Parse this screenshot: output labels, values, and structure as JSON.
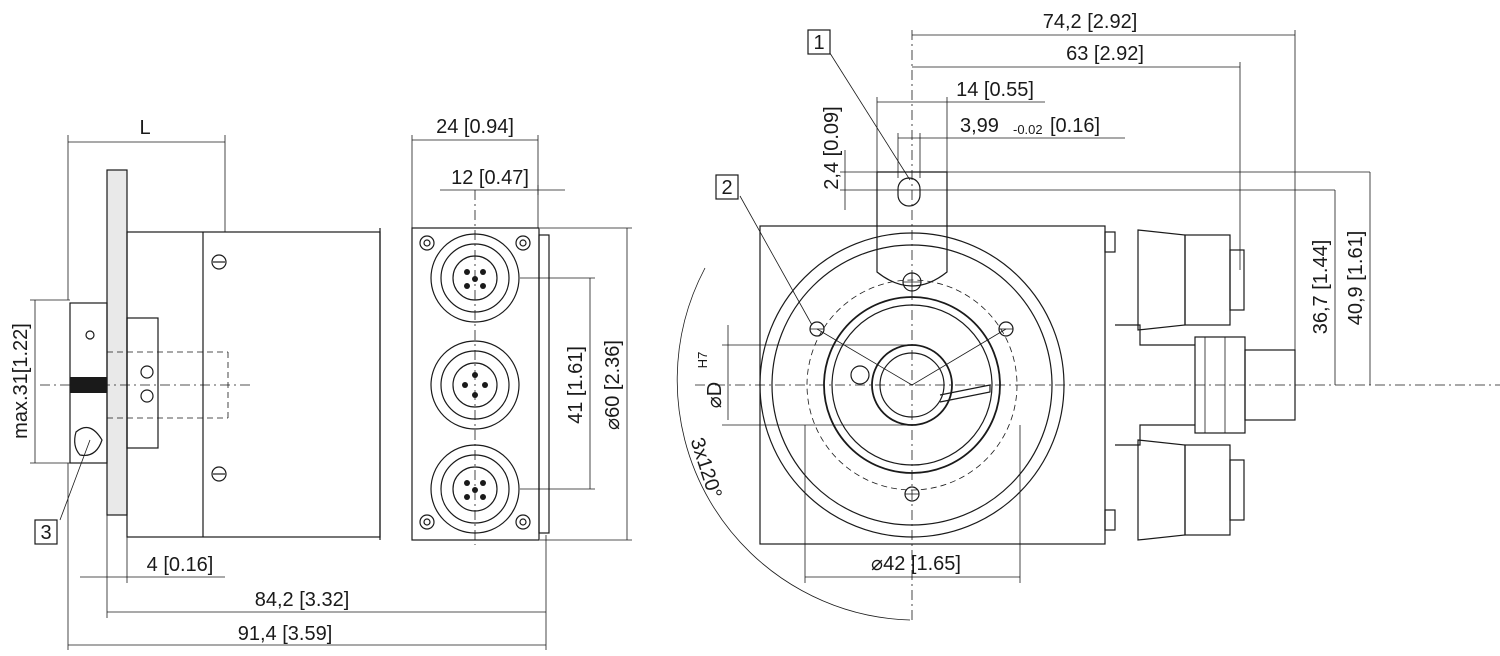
{
  "left_view": {
    "dim_L": "L",
    "dim_width_24": "24 [0.94]",
    "dim_width_12": "12 [0.47]",
    "dim_41": "41 [1.61]",
    "dim_60": "⌀60 [2.36]",
    "dim_max31": "max.31[1.22]",
    "dim_4": "4 [0.16]",
    "dim_84": "84,2 [3.32]",
    "dim_91": "91,4 [3.59]",
    "callout_3": "3"
  },
  "right_view": {
    "dim_74": "74,2 [2.92]",
    "dim_63": "63 [2.92]",
    "dim_14": "14 [0.55]",
    "dim_399_main": "3,99",
    "dim_399_tol": "-0.02",
    "dim_399_in": "[0.16]",
    "dim_24": "2,4 [0.09]",
    "dim_367": "36,7 [1.44]",
    "dim_409": "40,9 [1.61]",
    "dim_D": "⌀D",
    "dim_D_tol": "H7",
    "dim_angle": "3x120°",
    "dim_42": "⌀42 [1.65]",
    "callout_1": "1",
    "callout_2": "2"
  }
}
